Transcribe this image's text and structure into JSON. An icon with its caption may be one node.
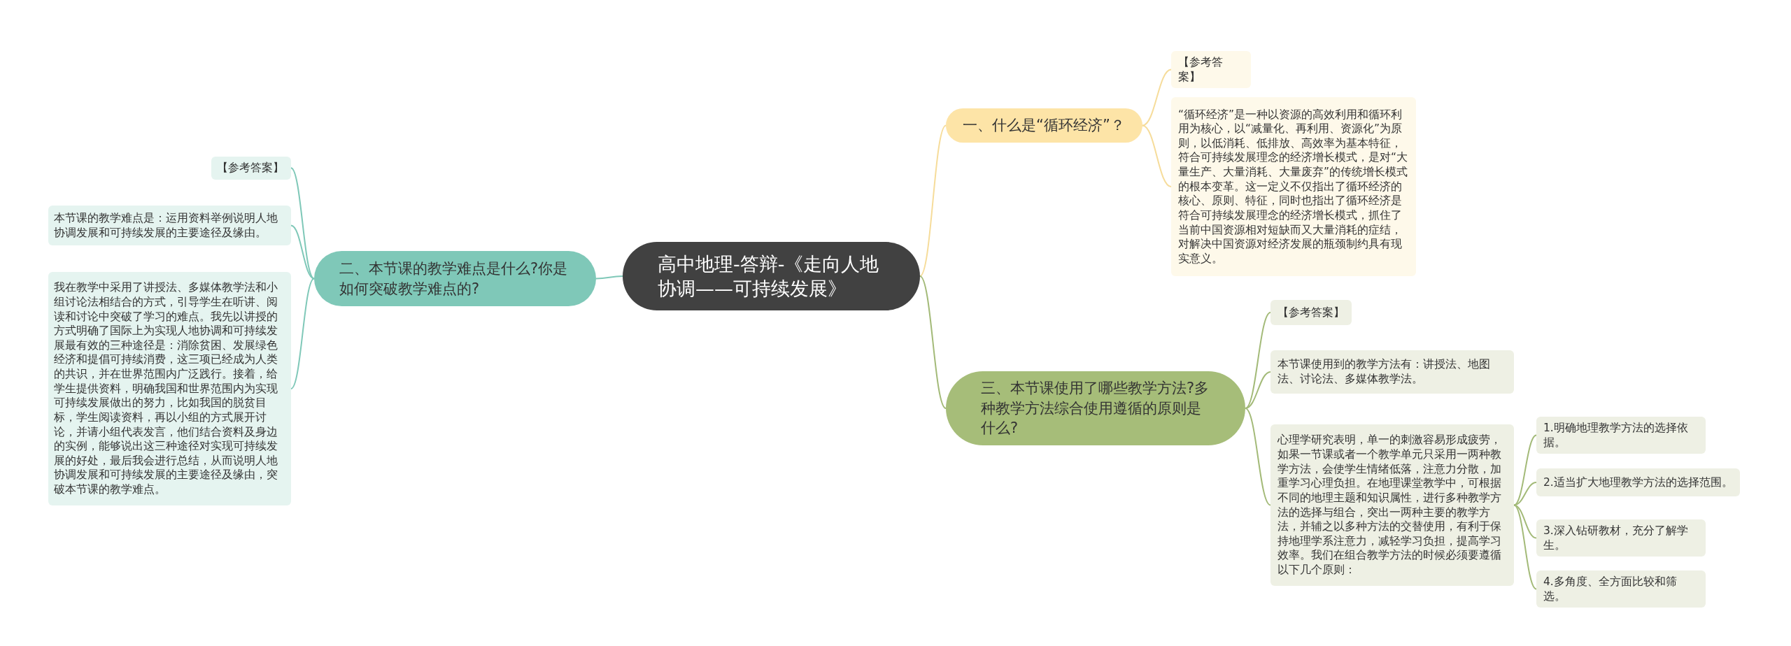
{
  "diagram": {
    "nodes": [
      {
        "text": [
          "高中地理-答辩-《走向人地协调——可持续发展》"
        ]
      },
      {
        "text": [
          "一、什么是“循环经济”？"
        ]
      },
      {
        "text": [
          "【参考答案】"
        ]
      },
      {
        "text": [
          "“循环经济”是一种以资源的高效利用和循环利用为核心，以“减量化、再利用、资源化”为原则，以低消耗、低排放、高效率为基本特征，符合可持续发展理念的经济增长模式，是对“大量生产、大量消耗、大量废弃”的传统增长模式的根本变革。这一定义不仅指出了循环经济的核心、原则、特征，同时也指出了循环经济是符合可持续发展理念的经济增长模式，抓住了当前中国资源相对短缺而又大量消耗的症结，对解决中国资源对经济发展的瓶颈制约具有现实意义。"
        ]
      },
      {
        "text": [
          "二、本节课的教学难点是什么?你是如何突破教学难点的?"
        ]
      },
      {
        "text": [
          "【参考答案】"
        ]
      },
      {
        "text": [
          "本节课的教学难点是：运用资料举例说明人地协调发展和可持续发展的主要途径及缘由。"
        ]
      },
      {
        "text": [
          "我在教学中采用了讲授法、多媒体教学法和小组讨论法相结合的方式，引导学生在听讲、阅读和讨论中突破了学习的难点。我先以讲授的方式明确了国际上为实现人地协调和可持续发展最有效的三种途径是：消除贫困、发展绿色经济和提倡可持续消费，这三项已经成为人类的共识，并在世界范围内广泛践行。接着，给学生提供资料，明确我国和世界范围内为实现可持续发展做出的努力，比如我国的脱贫目标，学生阅读资料，再以小组的方式展开讨论，并请小组代表发言，他们结合资料及身边的实例，能够说出这三种途径对实现可持续发展的好处，最后我会进行总结，从而说明人地协调发展和可持续发展的主要途径及缘由，突破本节课的教学难点。"
        ]
      },
      {
        "text": [
          "三、本节课使用了哪些教学方法?多种教学方法综合使用遵循的原则是什么?"
        ]
      },
      {
        "text": [
          "【参考答案】"
        ]
      },
      {
        "text": [
          "本节课使用到的教学方法有：讲授法、地图法、讨论法、多媒体教学法。"
        ]
      },
      {
        "text": [
          "心理学研究表明，单一的刺激容易形成疲劳，如果一节课或者一个教学单元只采用一两种教学方法，会使学生情绪低落，注意力分散，加重学习心理负担。在地理课堂教学中，可根据不同的地理主题和知识属性，进行多种教学方法的选择与组合，突出一两种主要的教学方法，并辅之以多种方法的交替使用，有利于保持地理学系注意力，减轻学习负担，提高学习效率。我们在组合教学方法的时候必须要遵循以下几个原则："
        ]
      },
      {
        "text": [
          "1.明确地理教学方法的选择依据。"
        ]
      },
      {
        "text": [
          "2.适当扩大地理教学方法的选择范围。"
        ]
      },
      {
        "text": [
          "3.深入钻研教材，充分了解学生。"
        ]
      },
      {
        "text": [
          "4.多角度、全方面比较和筛选。"
        ]
      }
    ],
    "edges": [
      {
        "from": 0,
        "to": 1,
        "arrow": "none",
        "color": "#f6dc9a"
      },
      {
        "from": 1,
        "to": 2,
        "arrow": "none",
        "color": "#f6dc9a"
      },
      {
        "from": 1,
        "to": 3,
        "arrow": "none",
        "color": "#f6dc9a"
      },
      {
        "from": 0,
        "to": 4,
        "arrow": "none",
        "color": "#7fc8b8"
      },
      {
        "from": 4,
        "to": 5,
        "arrow": "none",
        "color": "#7fc8b8"
      },
      {
        "from": 4,
        "to": 6,
        "arrow": "none",
        "color": "#7fc8b8"
      },
      {
        "from": 4,
        "to": 7,
        "arrow": "none",
        "color": "#7fc8b8"
      },
      {
        "from": 0,
        "to": 8,
        "arrow": "none",
        "color": "#a3ba78"
      },
      {
        "from": 8,
        "to": 9,
        "arrow": "none",
        "color": "#a3ba78"
      },
      {
        "from": 8,
        "to": 10,
        "arrow": "none",
        "color": "#a3ba78"
      },
      {
        "from": 8,
        "to": 11,
        "arrow": "none",
        "color": "#a3ba78"
      },
      {
        "from": 11,
        "to": 12,
        "arrow": "none",
        "color": "#a3ba78"
      },
      {
        "from": 11,
        "to": 13,
        "arrow": "none",
        "color": "#a3ba78"
      },
      {
        "from": 11,
        "to": 14,
        "arrow": "none",
        "color": "#a3ba78"
      },
      {
        "from": 11,
        "to": 15,
        "arrow": "none",
        "color": "#a3ba78"
      }
    ]
  }
}
